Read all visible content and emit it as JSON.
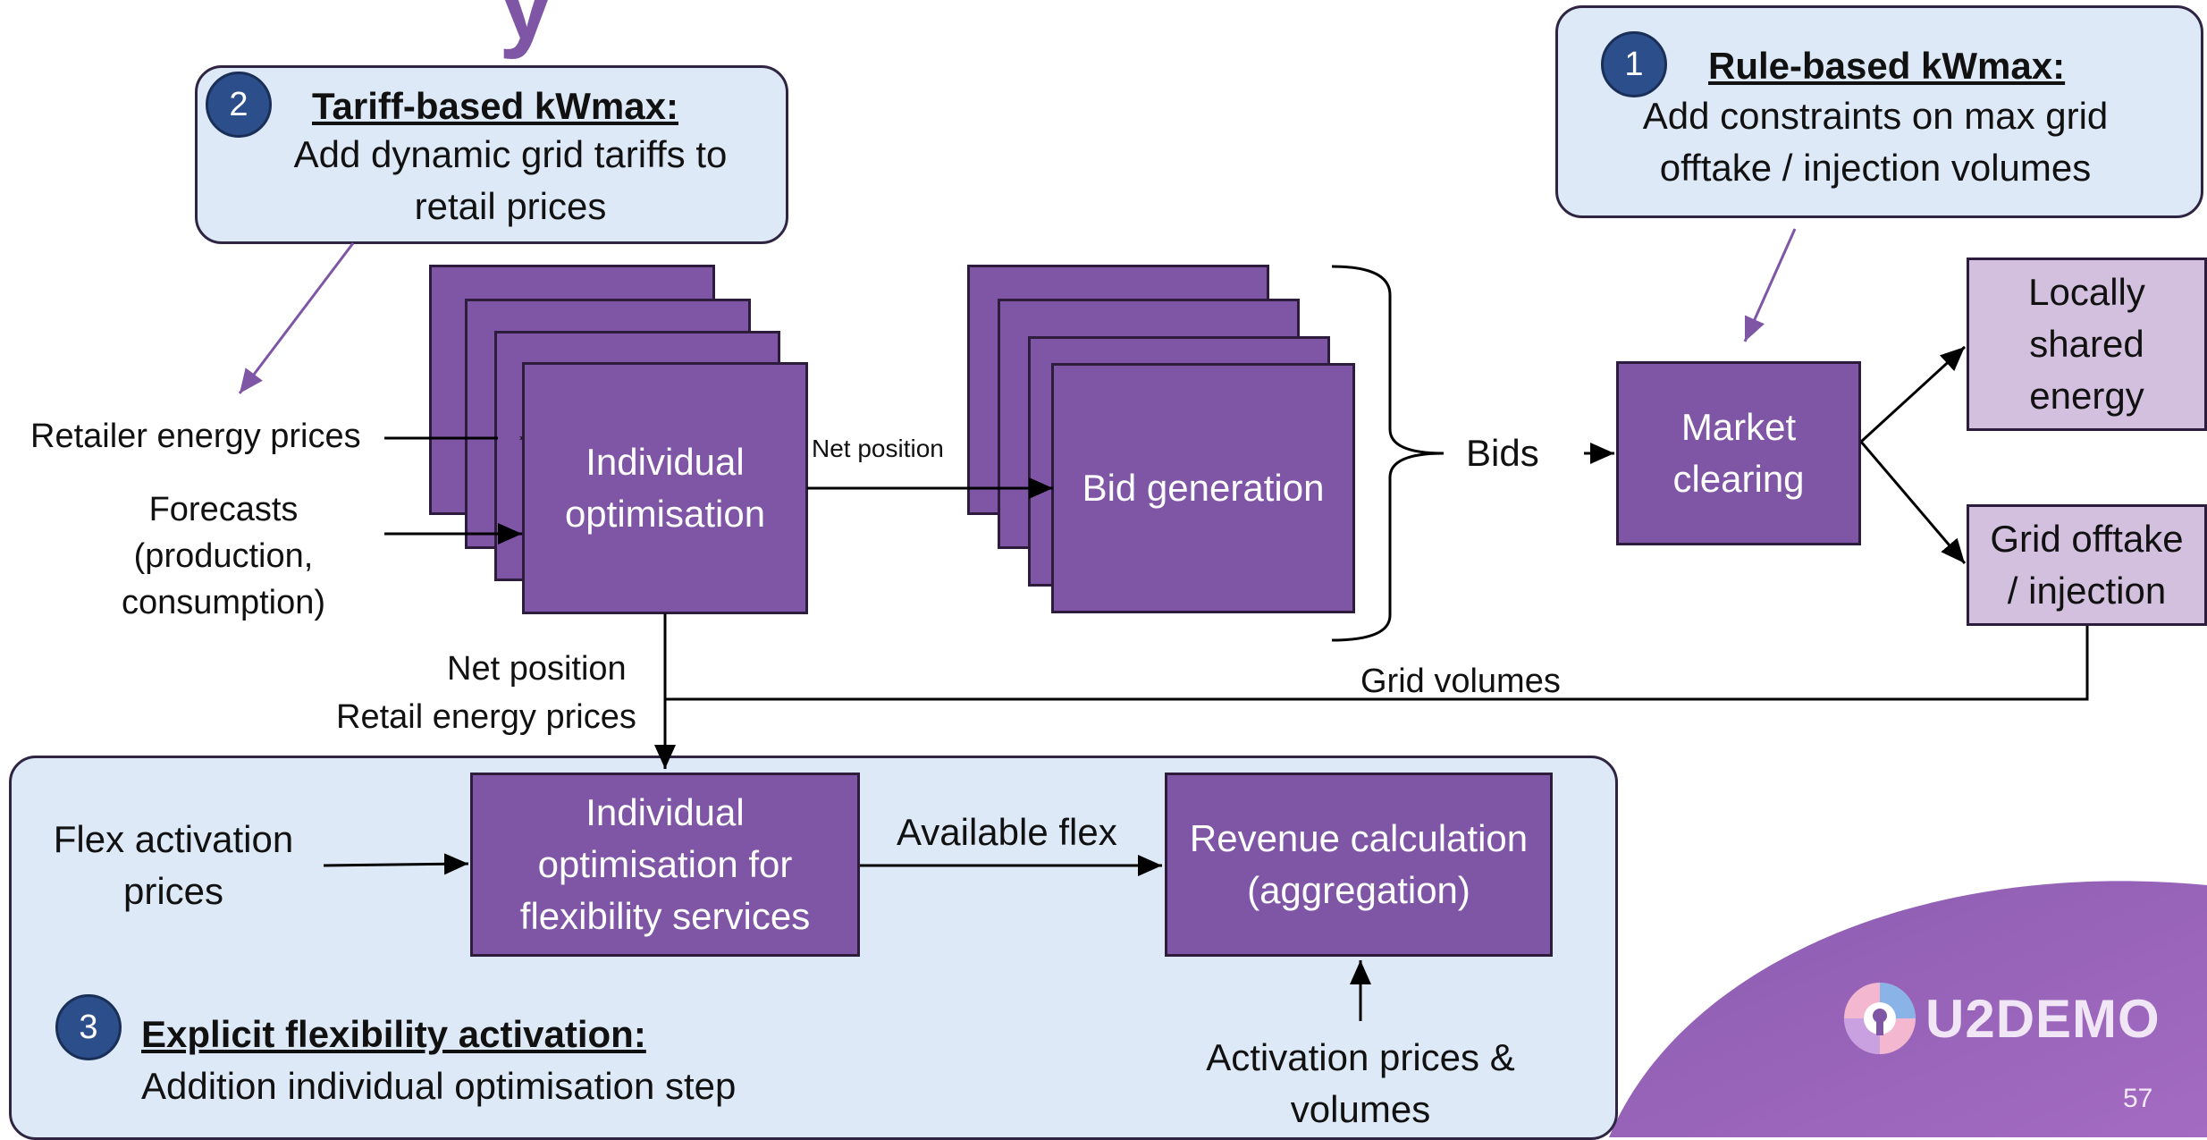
{
  "title_fragment": "y",
  "callout_rule": {
    "number": "1",
    "title": "Rule-based kWmax:",
    "body": "Add constraints on max grid offtake / injection volumes"
  },
  "callout_tariff": {
    "number": "2",
    "title": "Tariff-based kWmax:",
    "body": "Add dynamic grid tariffs to retail prices"
  },
  "callout_explicit": {
    "number": "3",
    "title": "Explicit flexibility activation:",
    "body": "Addition individual optimisation step"
  },
  "inputs": {
    "retailer_prices": "Retailer energy prices",
    "forecasts_line1": "Forecasts",
    "forecasts_line2": "(production,",
    "forecasts_line3": "consumption)",
    "flex_prices_line1": "Flex activation",
    "flex_prices_line2": "prices",
    "activation_line1": "Activation prices &",
    "activation_line2": "volumes"
  },
  "boxes": {
    "individual_opt_line1": "Individual",
    "individual_opt_line2": "optimisation",
    "bid_generation": "Bid generation",
    "market_clearing_line1": "Market",
    "market_clearing_line2": "clearing",
    "locally_shared_line1": "Locally",
    "locally_shared_line2": "shared",
    "locally_shared_line3": "energy",
    "grid_offtake_line1": "Grid offtake",
    "grid_offtake_line2": "/ injection",
    "flex_opt_line1": "Individual",
    "flex_opt_line2": "optimisation for",
    "flex_opt_line3": "flexibility services",
    "revenue_line1": "Revenue calculation",
    "revenue_line2": "(aggregation)"
  },
  "labels": {
    "net_position_small": "Net position",
    "bids": "Bids",
    "net_position": "Net position",
    "retail_energy_prices": "Retail energy prices",
    "grid_volumes": "Grid volumes",
    "available_flex": "Available flex"
  },
  "logo": {
    "text": "U2DEMO"
  },
  "page_number": "57"
}
